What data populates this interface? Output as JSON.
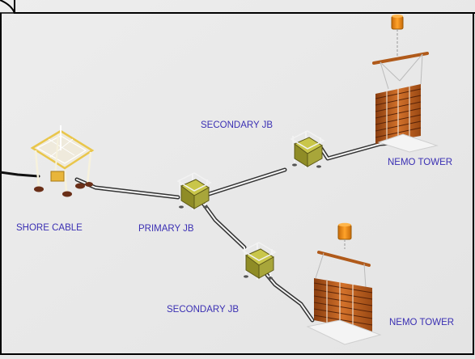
{
  "labels": {
    "secondary_jb_top": "SECONDARY JB",
    "nemo_tower_top": "NEMO TOWER",
    "shore_cable": "SHORE CABLE",
    "primary_jb": "PRIMARY JB",
    "secondary_jb_bottom": "SECONDARY JB",
    "nemo_tower_bottom": "NEMO TOWER"
  },
  "colors": {
    "background": "#e9e9e9",
    "frame": "#000000",
    "label": "#3a2fb3",
    "cable": "#2a2a2a",
    "box_green": "#a8a63a",
    "frame_white": "#f2f2f2",
    "frame_yellow": "#e9c64b",
    "tower_orange": "#c8661e",
    "buoy_orange": "#f08a12"
  }
}
